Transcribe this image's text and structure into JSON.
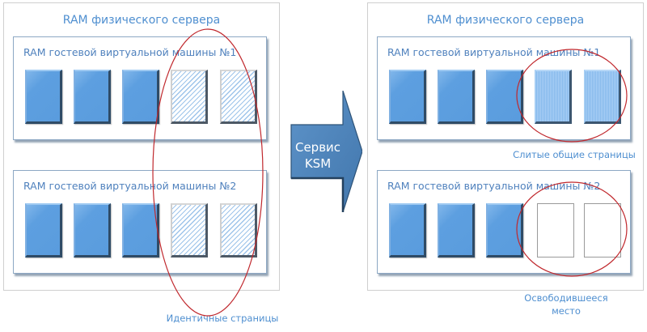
{
  "left": {
    "server_title": "RAM физического сервера",
    "vms": [
      {
        "title": "RAM гостевой виртуальной машины №1",
        "pages": [
          "full",
          "full",
          "full",
          "dup",
          "dup"
        ]
      },
      {
        "title": "RAM гостевой виртуальной машины №2",
        "pages": [
          "full",
          "full",
          "full",
          "dup",
          "dup"
        ]
      }
    ],
    "caption": "Идентичные страницы"
  },
  "arrow": {
    "line1": "Сервис",
    "line2": "KSM",
    "color": "#4f81bd"
  },
  "right": {
    "server_title": "RAM физического сервера",
    "vms": [
      {
        "title": "RAM гостевой виртуальной машины №1",
        "pages": [
          "full",
          "full",
          "full",
          "merged",
          "merged"
        ]
      },
      {
        "title": "RAM гостевой виртуальной машины №2",
        "pages": [
          "full",
          "full",
          "full",
          "free",
          "free"
        ]
      }
    ],
    "caption_merged": "Слитые общие страницы",
    "caption_freed_line1": "Освободившееся",
    "caption_freed_line2": "место"
  },
  "colors": {
    "accent": "#4f8fd0",
    "highlight": "#c0282d",
    "page_blue": "#5b9ddf"
  }
}
